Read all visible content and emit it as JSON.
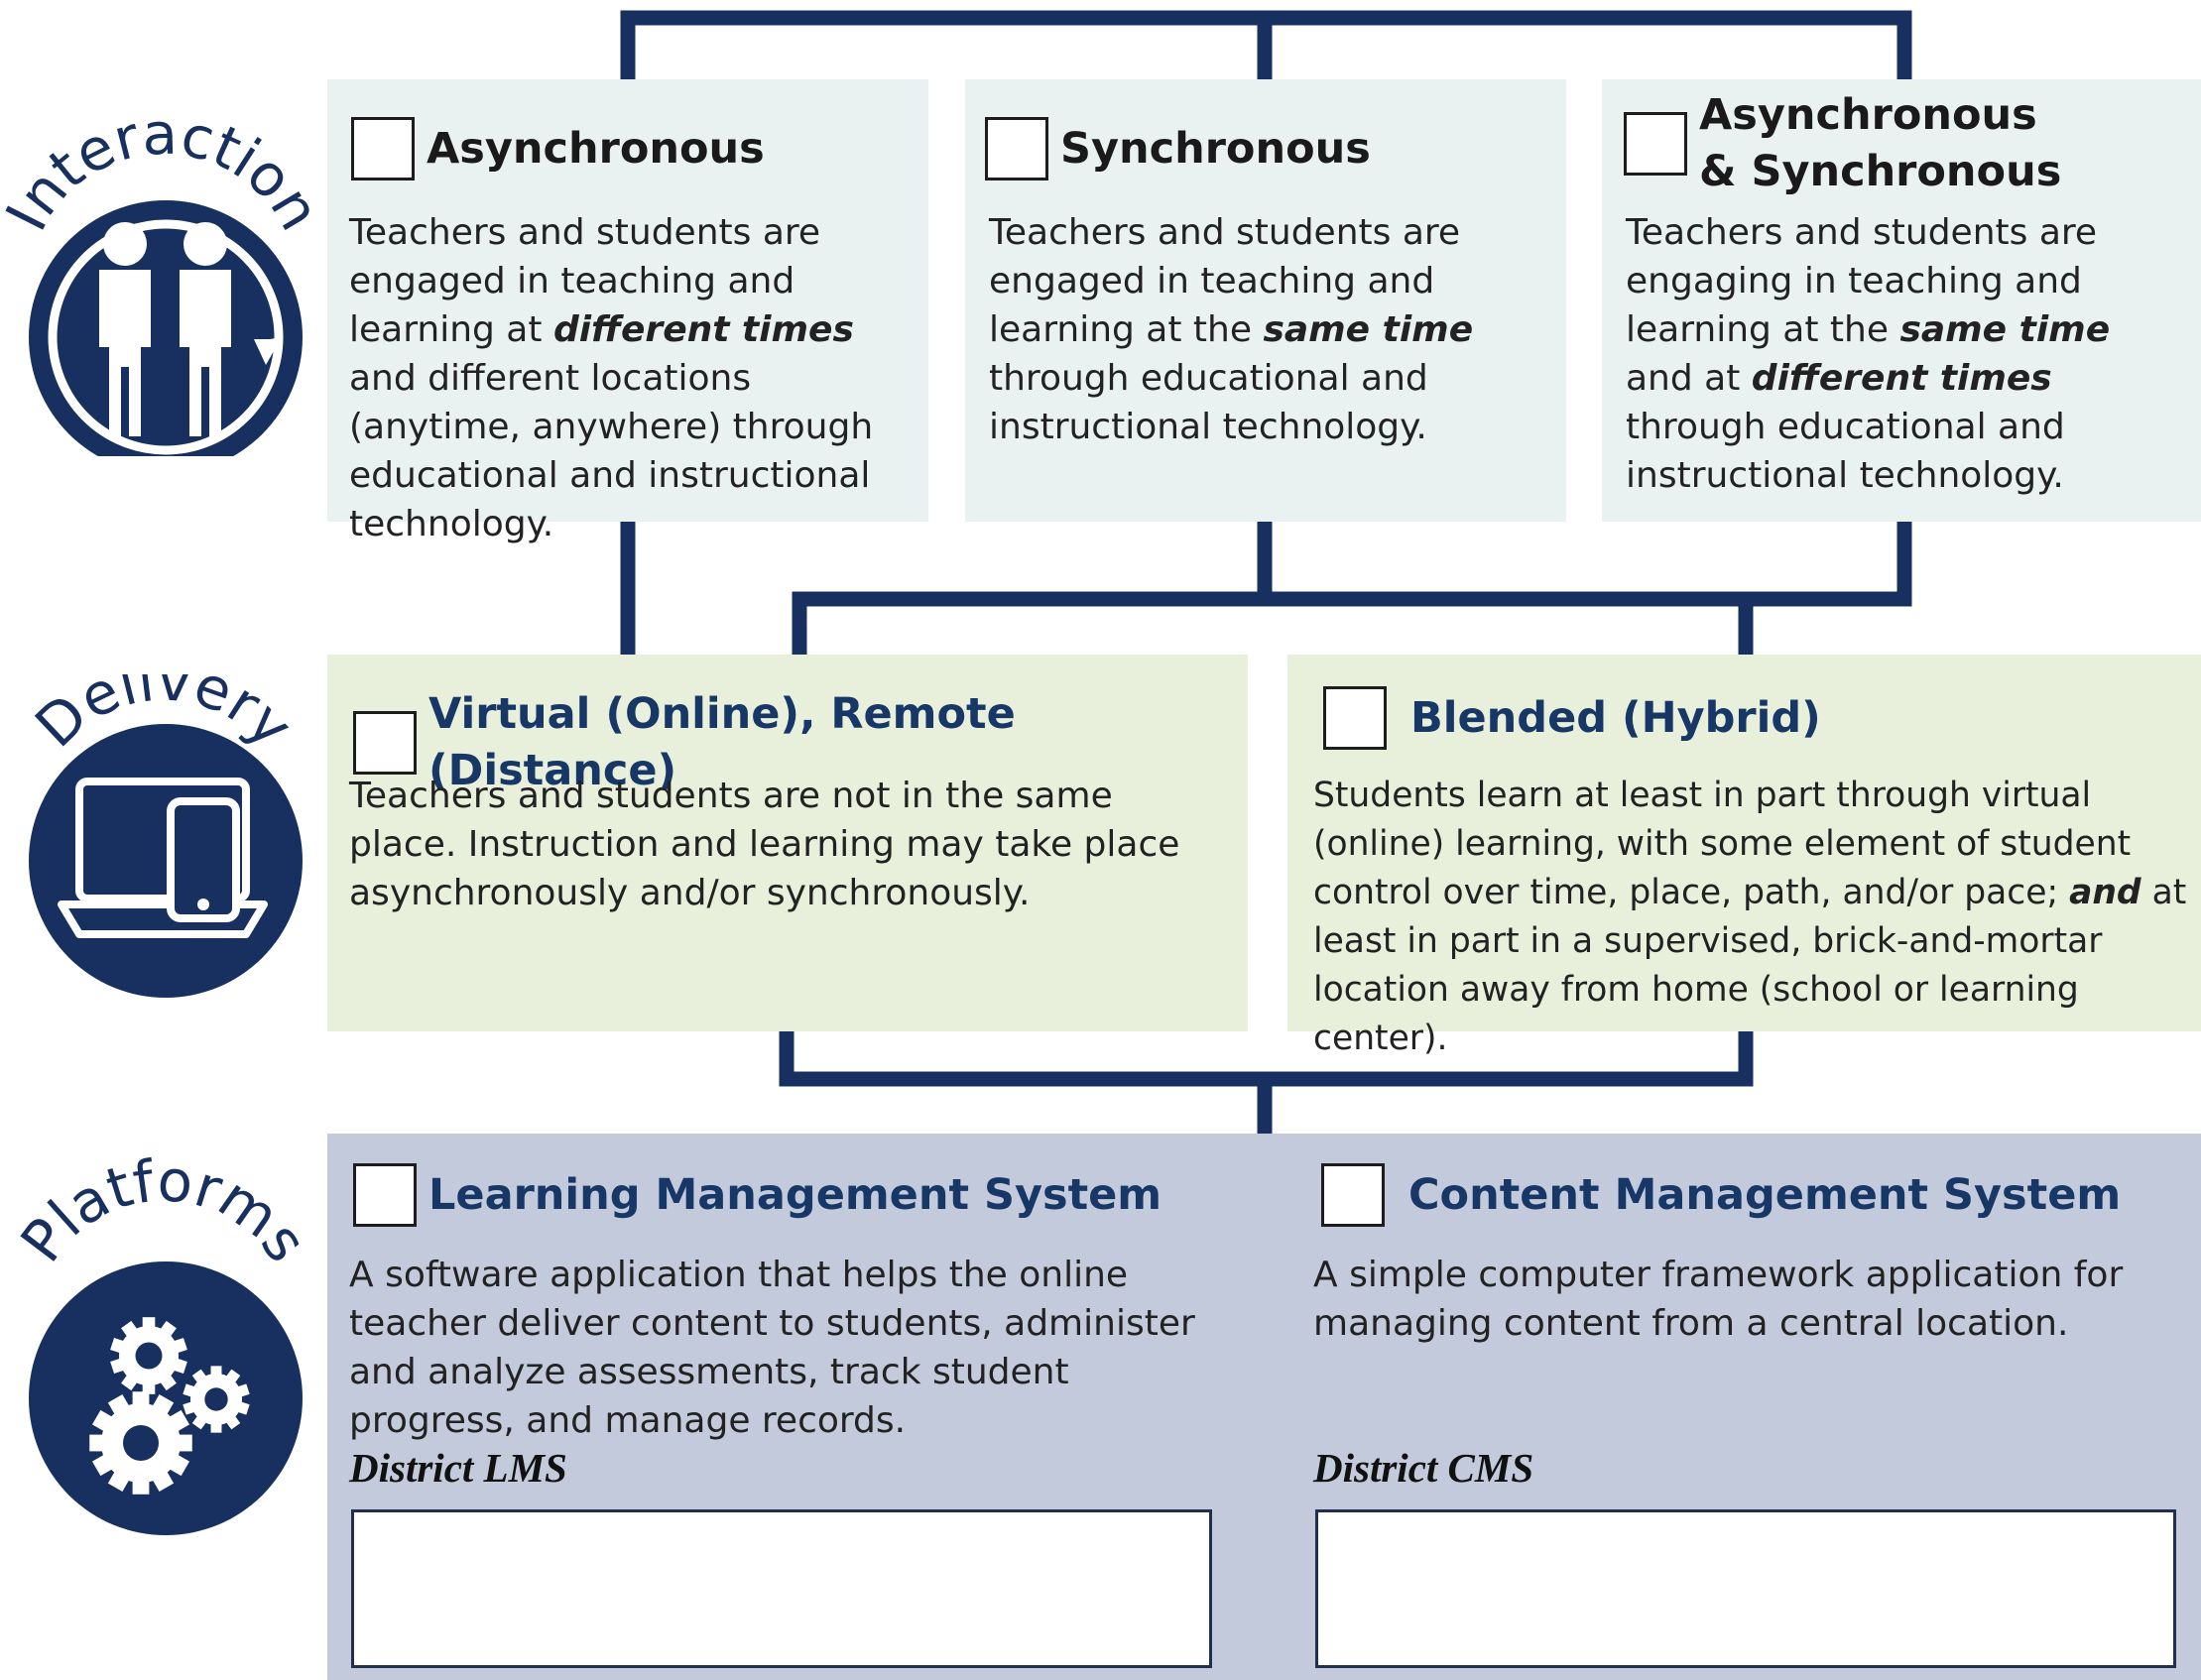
{
  "colors": {
    "navy": "#17305f",
    "interaction_card": "#e9f2f1",
    "delivery_card": "#e8f0dc",
    "platforms_card": "#c3cadb"
  },
  "sections": {
    "interaction": {
      "label": "Interaction",
      "icon": "two-people-cycle-icon",
      "options": [
        {
          "title": "Asynchronous",
          "desc_parts": [
            "Teachers and students are engaged in teaching and learning at ",
            "different times",
            " and different locations (anytime, anywhere) through educational and instructional technology."
          ]
        },
        {
          "title": "Synchronous",
          "desc_parts": [
            "Teachers and students are engaged in teaching and learning at the ",
            "same time",
            " through educational and instructional technology."
          ]
        },
        {
          "title": "Asynchronous\n& Synchronous",
          "desc_parts": [
            "Teachers and students are engaging in teaching and learning at the ",
            "same time",
            " and at ",
            "different times",
            " through educational and instructional technology."
          ]
        }
      ]
    },
    "delivery": {
      "label": "Delivery",
      "icon": "laptop-tablet-icon",
      "options": [
        {
          "title": "Virtual (Online), Remote (Distance)",
          "desc_parts": [
            "Teachers and students are not in the same place. Instruction and learning may take place asynchronously and/or synchronously."
          ]
        },
        {
          "title": "Blended (Hybrid)",
          "desc_parts": [
            "Students learn at least in part through virtual (online) learning, with some element of student control over time, place, path, and/or pace; ",
            "and",
            " at least in part in a supervised, brick-and-mortar location away from home (school or learning center)."
          ]
        }
      ]
    },
    "platforms": {
      "label": "Platforms",
      "icon": "gears-icon",
      "options": [
        {
          "title": "Learning Management System",
          "desc_parts": [
            "A software application that helps the online teacher deliver content to students, administer and analyze assessments, track student progress, and manage records."
          ],
          "field_label": "District LMS",
          "field_value": ""
        },
        {
          "title": "Content Management System",
          "desc_parts": [
            "A simple computer framework application for managing content from a central location."
          ],
          "field_label": "District CMS",
          "field_value": ""
        }
      ]
    }
  }
}
